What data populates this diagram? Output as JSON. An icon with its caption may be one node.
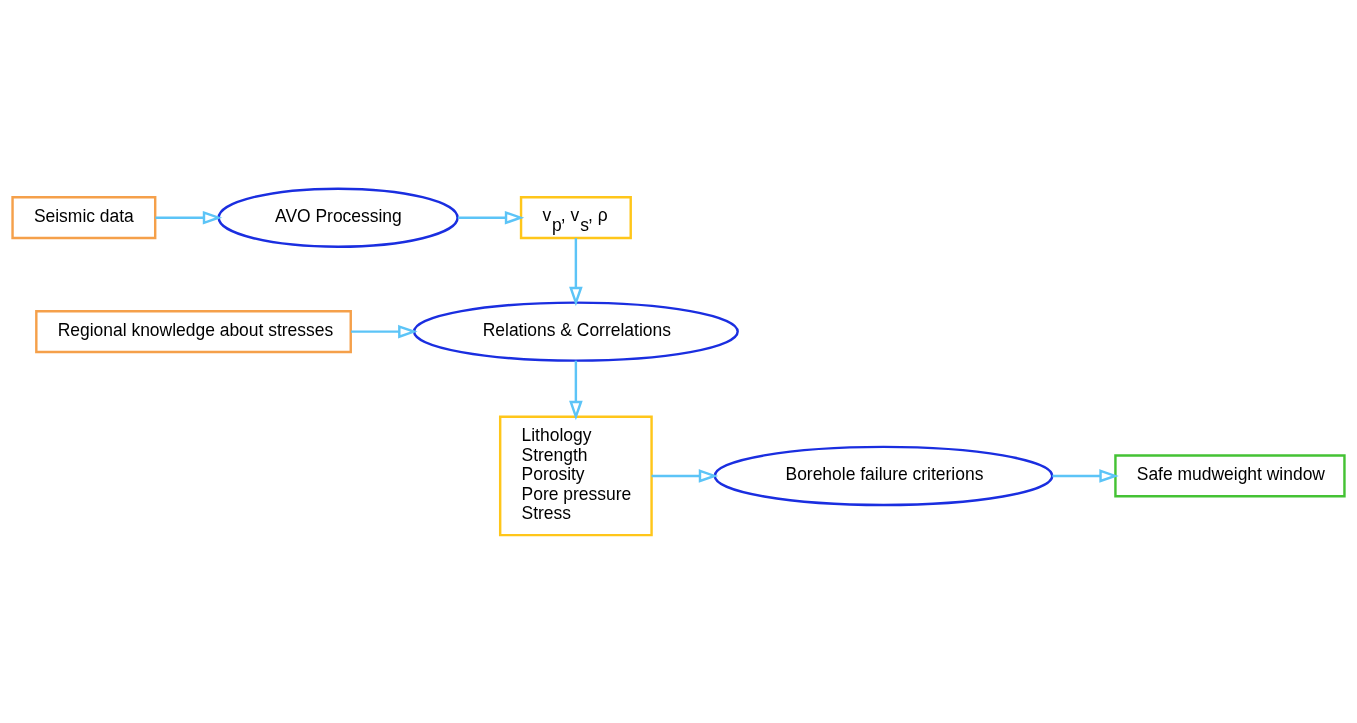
{
  "diagram": {
    "nodes": [
      {
        "text": [
          "Seismic data"
        ]
      },
      {
        "text": [
          "AVO Processing"
        ]
      },
      {
        "text": [
          "v$_{p}$, v$_{s}$, ρ"
        ]
      },
      {
        "text": [
          "Relations & Correlations"
        ]
      },
      {
        "text": [
          "Regional knowledge about stresses"
        ]
      },
      {
        "text": [
          "Lithology",
          "Strength",
          "Porosity",
          "Pore pressure",
          "Stress"
        ]
      },
      {
        "text": [
          "Borehole failure criterions"
        ]
      },
      {
        "text": [
          "Safe mudweight window"
        ]
      }
    ],
    "edges": [
      {
        "from": 0,
        "to": 1,
        "arrow": "to"
      },
      {
        "from": 1,
        "to": 2,
        "arrow": "to"
      },
      {
        "from": 2,
        "to": 3,
        "arrow": "to"
      },
      {
        "from": 4,
        "to": 3,
        "arrow": "to"
      },
      {
        "from": 3,
        "to": 5,
        "arrow": "to"
      },
      {
        "from": 5,
        "to": 6,
        "arrow": "to"
      },
      {
        "from": 6,
        "to": 7,
        "arrow": "to"
      }
    ]
  }
}
